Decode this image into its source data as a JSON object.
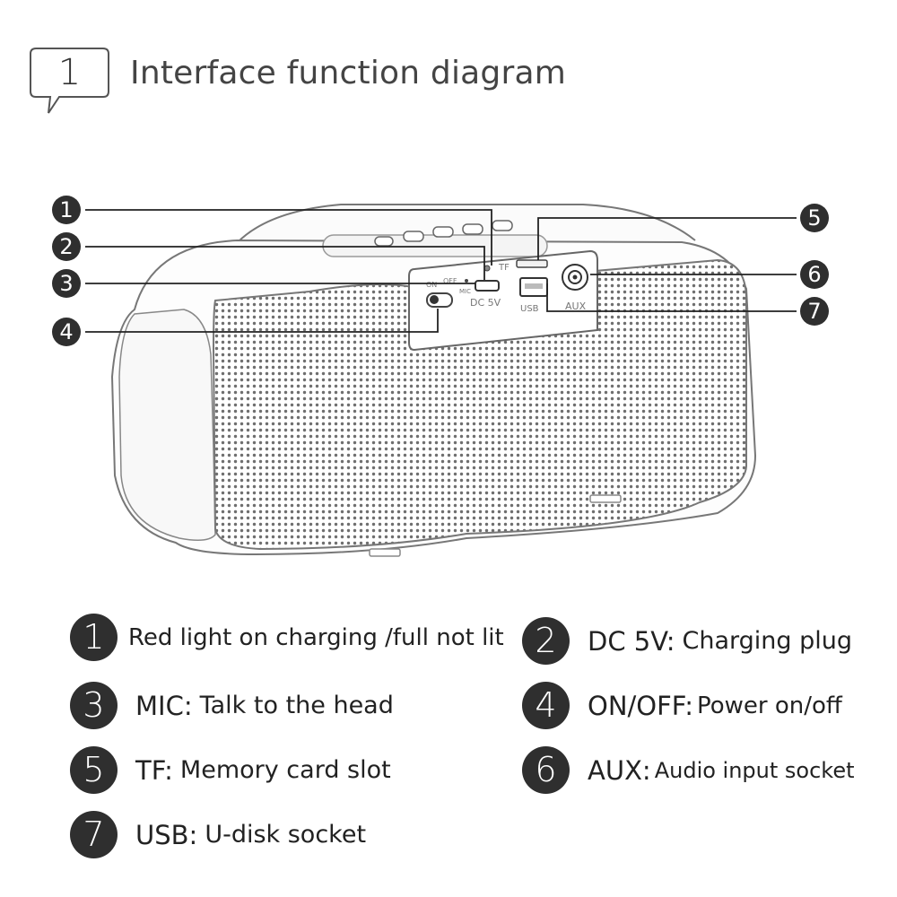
{
  "header": {
    "step_number": "1",
    "title": "Interface function diagram"
  },
  "panel": {
    "tf_label": "TF",
    "on_label": "ON",
    "off_label": "OFF",
    "mic_label": "MIC",
    "dc_label": "DC 5V",
    "usb_label": "USB",
    "aux_label": "AUX"
  },
  "callouts": [
    "1",
    "2",
    "3",
    "4",
    "5",
    "6",
    "7"
  ],
  "legend": [
    {
      "num": "1",
      "key": "",
      "desc": "Red light on charging /full not lit"
    },
    {
      "num": "2",
      "key": "DC 5V:",
      "desc": "Charging plug"
    },
    {
      "num": "3",
      "key": "MIC:",
      "desc": "Talk to the head"
    },
    {
      "num": "4",
      "key": "ON/OFF:",
      "desc": "Power on/off"
    },
    {
      "num": "5",
      "key": "TF:",
      "desc": "Memory card slot"
    },
    {
      "num": "6",
      "key": "AUX:",
      "desc": "Audio input socket"
    },
    {
      "num": "7",
      "key": "USB:",
      "desc": "U-disk socket"
    }
  ]
}
